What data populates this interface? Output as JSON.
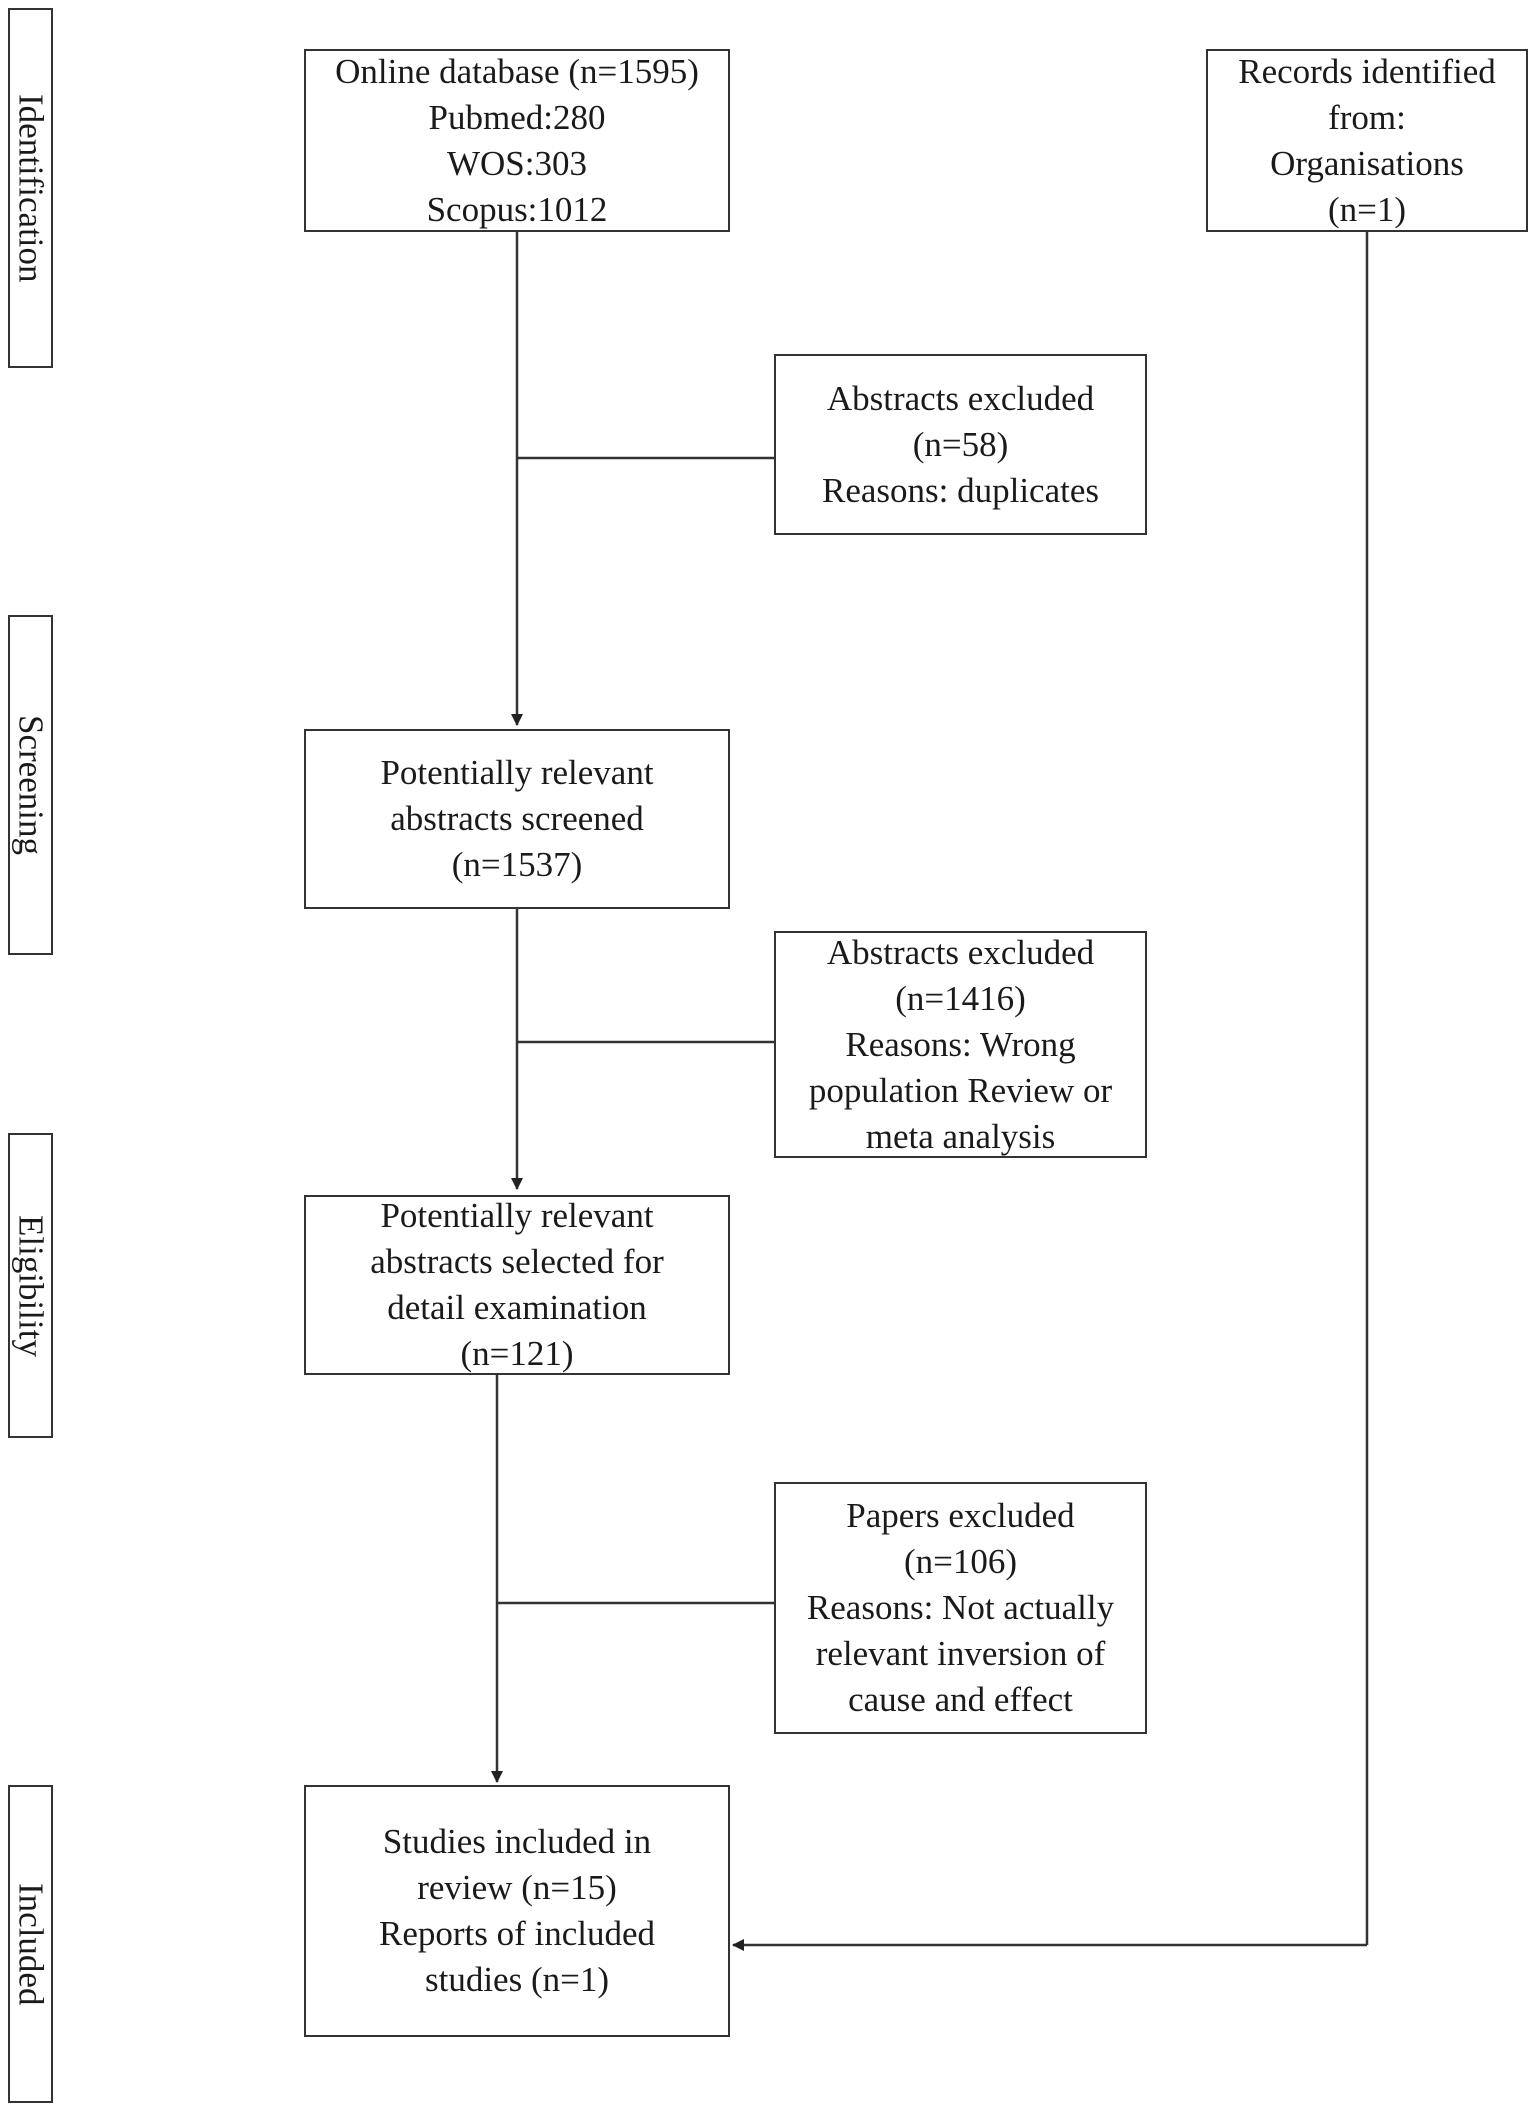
{
  "phases": {
    "identification": "Identification",
    "screening": "Screening",
    "eligibility": "Eligibility",
    "included": "Included"
  },
  "boxes": {
    "online_database": [
      "Online database (n=1595)",
      "Pubmed:280",
      "WOS:303",
      "Scopus:1012"
    ],
    "records_identified": [
      "Records identified",
      "from:",
      "Organisations",
      "(n=1)"
    ],
    "excluded_duplicates": [
      "Abstracts excluded",
      "(n=58)",
      "Reasons: duplicates"
    ],
    "screened": [
      "Potentially relevant",
      "abstracts screened",
      "(n=1537)"
    ],
    "excluded_wrong_population": [
      "Abstracts excluded",
      "(n=1416)",
      "Reasons: Wrong",
      "population Review or",
      "meta analysis"
    ],
    "selected_detail": [
      "Potentially relevant",
      "abstracts selected for",
      "detail examination",
      "(n=121)"
    ],
    "papers_excluded": [
      "Papers excluded",
      "(n=106)",
      "Reasons: Not actually",
      "relevant inversion of",
      "cause and effect"
    ],
    "studies_included": [
      "Studies included in",
      "review (n=15)",
      "Reports of included",
      "studies (n=1)"
    ]
  }
}
